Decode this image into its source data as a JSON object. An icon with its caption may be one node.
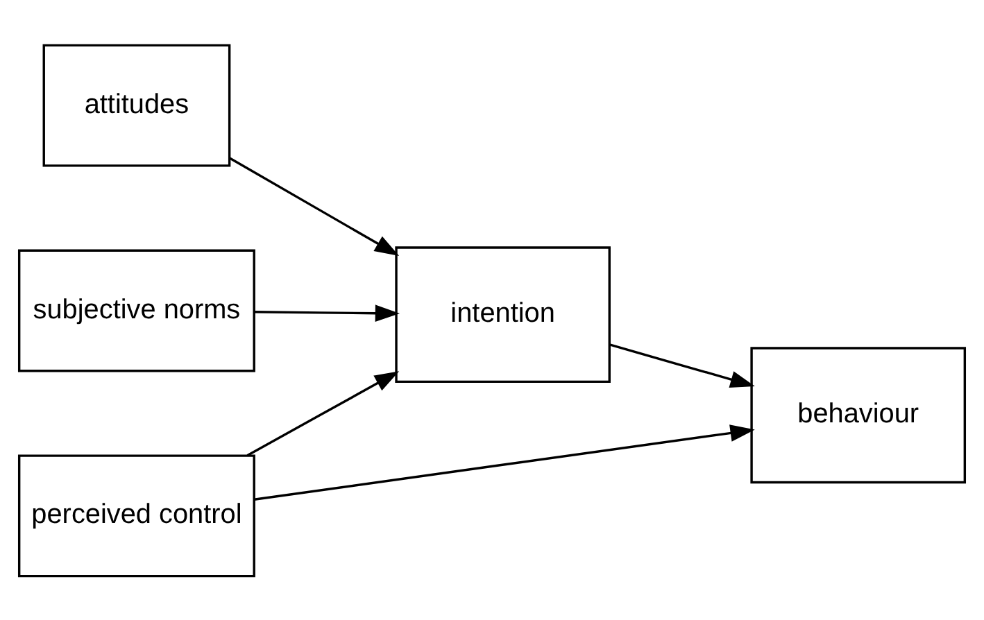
{
  "diagram": {
    "nodes": [
      {
        "text": [
          "perceived control"
        ]
      },
      {
        "text": [
          "attitudes"
        ]
      },
      {
        "text": [
          "subjective norms"
        ]
      },
      {
        "text": [
          "intention"
        ]
      },
      {
        "text": [
          "behaviour"
        ]
      }
    ],
    "edges": [
      {
        "from": 0,
        "to": 3,
        "arrow": "to"
      },
      {
        "from": 1,
        "to": 3,
        "arrow": "to"
      },
      {
        "from": 2,
        "to": 3,
        "arrow": "to"
      },
      {
        "from": 3,
        "to": 4,
        "arrow": "to"
      },
      {
        "from": 0,
        "to": 4,
        "arrow": "to"
      }
    ]
  }
}
